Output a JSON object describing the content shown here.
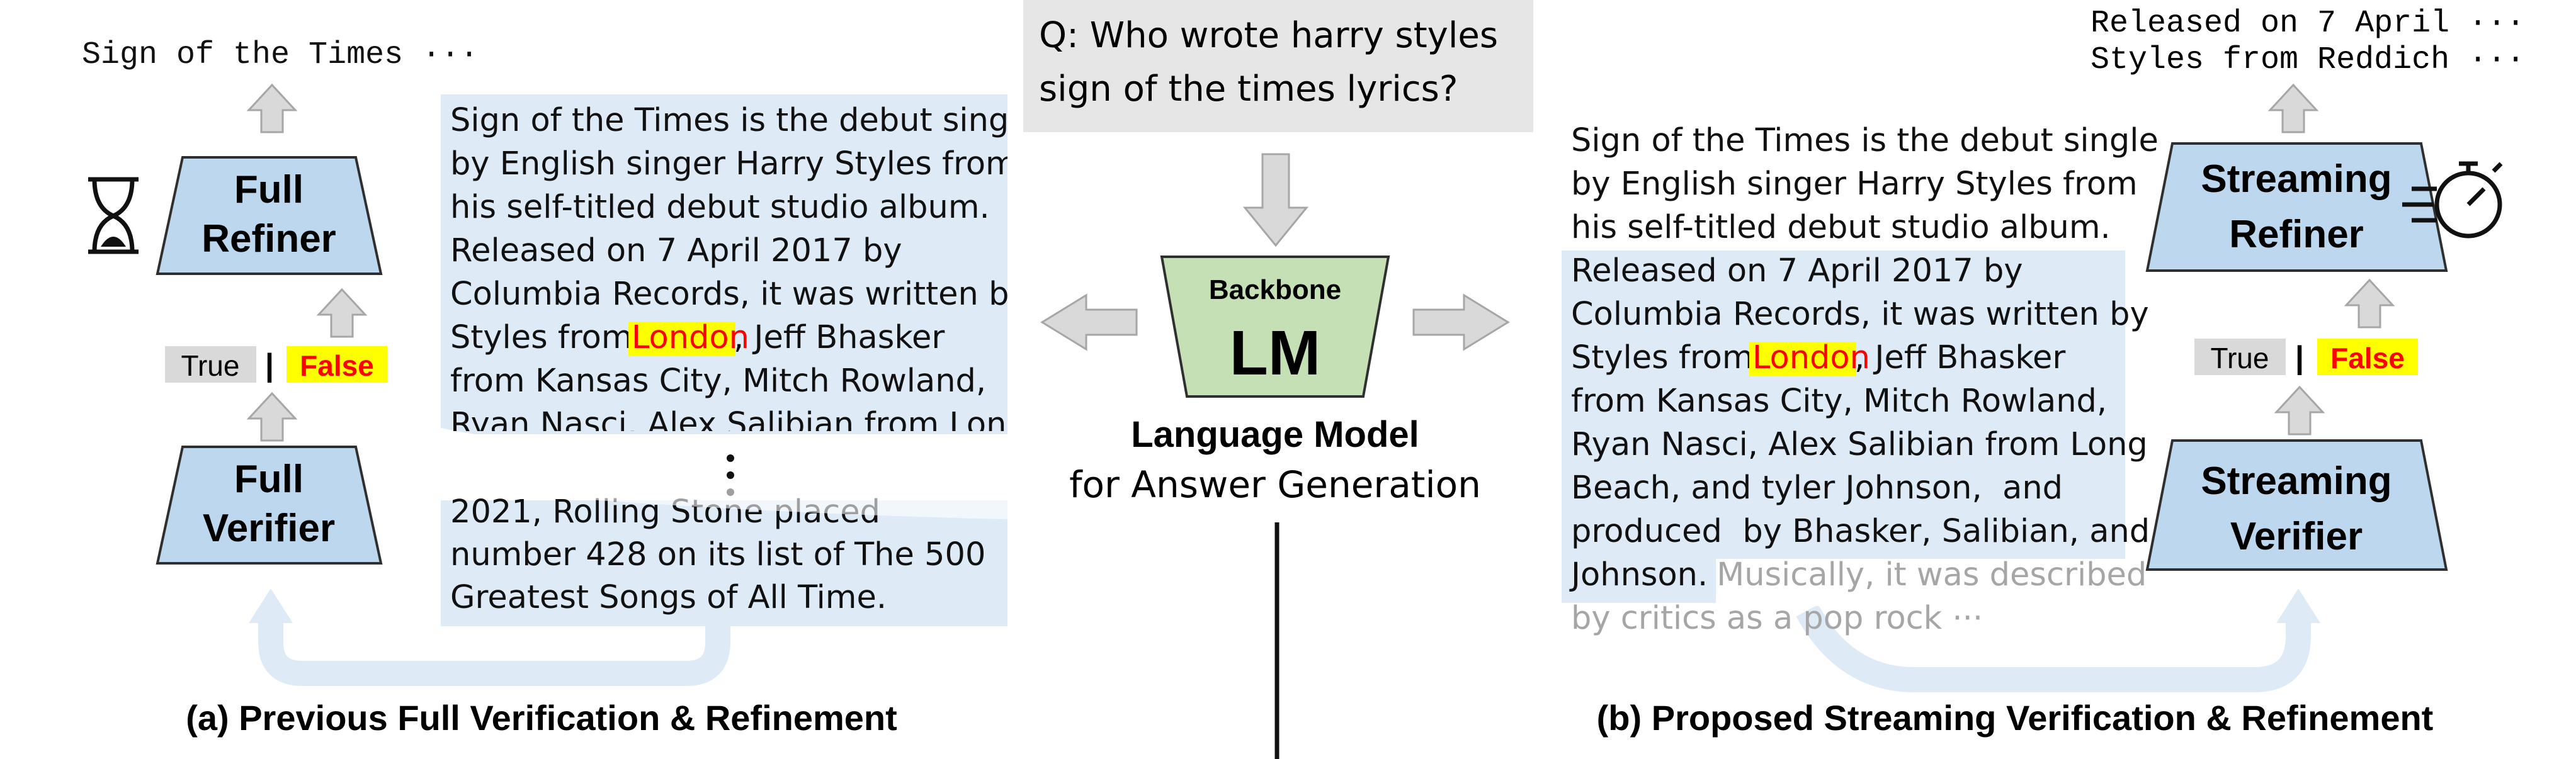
{
  "question": {
    "line1": "Q: Who wrote harry styles",
    "line2": "sign of the times lyrics?"
  },
  "backbone": {
    "top_label": "Backbone",
    "main_label": "LM",
    "caption_line1": "Language Model",
    "caption_line2": "for Answer Generation"
  },
  "left_panel": {
    "output_text": "Sign of the Times ···",
    "refiner_line1": "Full",
    "refiner_line2": "Refiner",
    "verifier_line1": "Full",
    "verifier_line2": "Verifier",
    "true_label": "True",
    "sep_label": "|",
    "false_label": "False",
    "answer_lines_top": [
      "Sign of the Times is the debut single",
      "by English singer Harry Styles from",
      "his self-titled debut studio album.",
      "Released on 7 April 2017 by",
      "Columbia Records, it was written by",
      "Styles from ",
      "from Kansas City, Mitch Rowland,",
      "Ryan Nasci, Alex Salibian from Long"
    ],
    "highlight_word": "London",
    "after_highlight": ", Jeff Bhasker",
    "ellipsis": "⋮",
    "answer_lines_bottom": [
      "2021, Rolling Stone placed",
      "number 428 on its list of The 500",
      "Greatest Songs of All Time."
    ],
    "caption": "(a) Previous Full Verification & Refinement"
  },
  "right_panel": {
    "output_line1": "Released on 7 April ···",
    "output_line2": "Styles from Reddich ···",
    "refiner_line1": "Streaming",
    "refiner_line2": "Refiner",
    "verifier_line1": "Streaming",
    "verifier_line2": "Verifier",
    "true_label": "True",
    "sep_label": "|",
    "false_label": "False",
    "answer_lines_plain": [
      "Sign of the Times is the debut single",
      "by English singer Harry Styles from",
      "his self-titled debut studio album."
    ],
    "answer_lines_hl": [
      "Released on 7 April 2017 by",
      "Columbia Records, it was written by",
      "Styles from ",
      "from Kansas City, Mitch Rowland,",
      "Ryan Nasci, Alex Salibian from Long",
      "Beach, and tyler Johnson,  and",
      "produced  by Bhasker, Salibian, and",
      "Johnson."
    ],
    "highlight_word": "London",
    "after_highlight": ", Jeff Bhasker",
    "faded_line1": " Musically, it was described",
    "faded_line2": "by critics as a pop rock ···",
    "caption": "(b) Proposed Streaming Verification & Refinement"
  },
  "colors": {
    "box_blue": "#bdd7ee",
    "box_stroke": "#2f2f2f",
    "lm_green": "#c5e0b4",
    "question_gray": "#e7e6e6",
    "text_bg": "#deebf7",
    "arrow_gray": "#d9d9d9",
    "arrow_stroke": "#a6a6a6",
    "highlight_yellow": "#ffff00",
    "false_red": "#ff0000",
    "true_gray": "#d9d9d9",
    "faded_text": "#a6a6a6",
    "loop_blue": "#deebf7"
  },
  "icons": {
    "left_icon": "hourglass-icon",
    "right_icon": "stopwatch-icon"
  }
}
